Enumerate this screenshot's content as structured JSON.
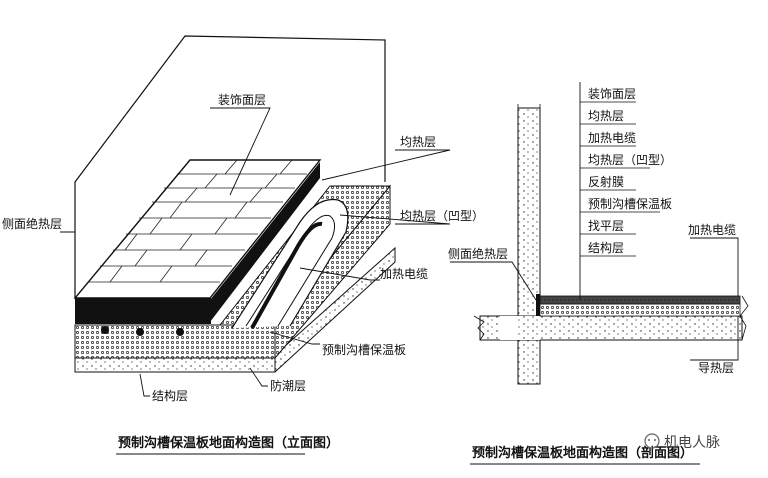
{
  "left_diagram": {
    "labels": {
      "decor": "装饰面层",
      "heat_spread": "均热层",
      "heat_spread_u": "均热层（凹型）",
      "side_insulation": "侧面绝热层",
      "cable": "加热电缆",
      "board": "预制沟槽保温板",
      "moisture": "防潮层",
      "structure": "结构层"
    },
    "caption": "预制沟槽保温板地面构造图（立面图）"
  },
  "right_diagram": {
    "stack_labels": [
      "装饰面层",
      "均热层",
      "加热电缆",
      "均热层（凹型）",
      "反射膜",
      "预制沟槽保温板",
      "找平层",
      "结构层"
    ],
    "side_insulation": "侧面绝热层",
    "cable": "加热电缆",
    "heat_guide": "导热层",
    "caption": "预制沟槽保温板地面构造图（剖面图）"
  },
  "watermark": "机电人脉"
}
